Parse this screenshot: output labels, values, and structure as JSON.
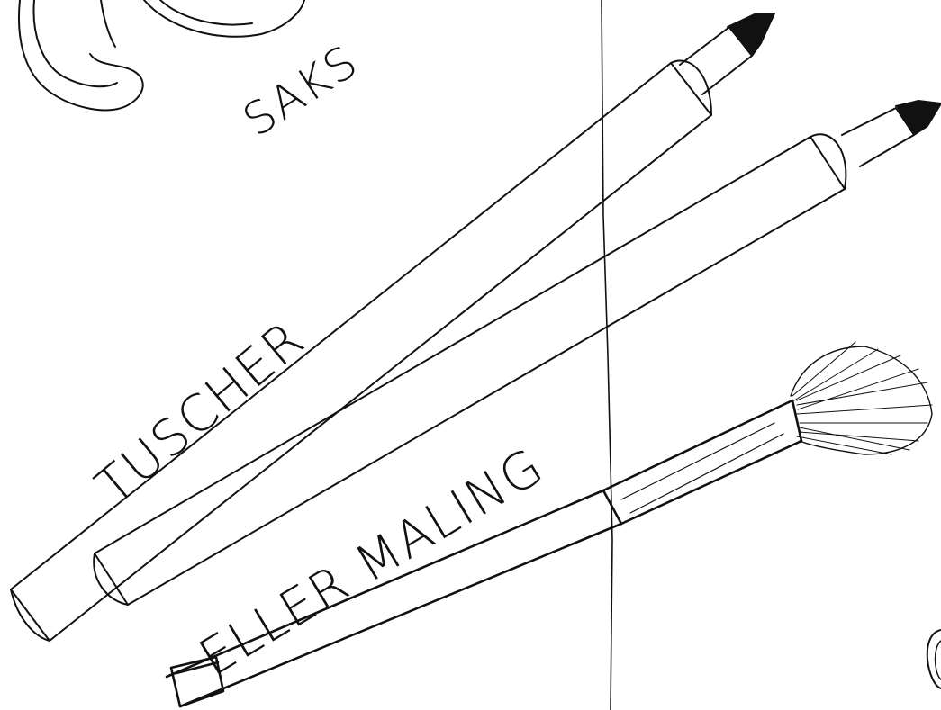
{
  "labels": {
    "scissors": "SAKS",
    "markers": "TUSCHER",
    "paint": "ELLER MALING"
  },
  "colors": {
    "ink": "#111111",
    "paper": "#ffffff"
  },
  "icons": [
    "scissors-handle-icon",
    "marker-pen-icon",
    "paint-brush-icon"
  ]
}
